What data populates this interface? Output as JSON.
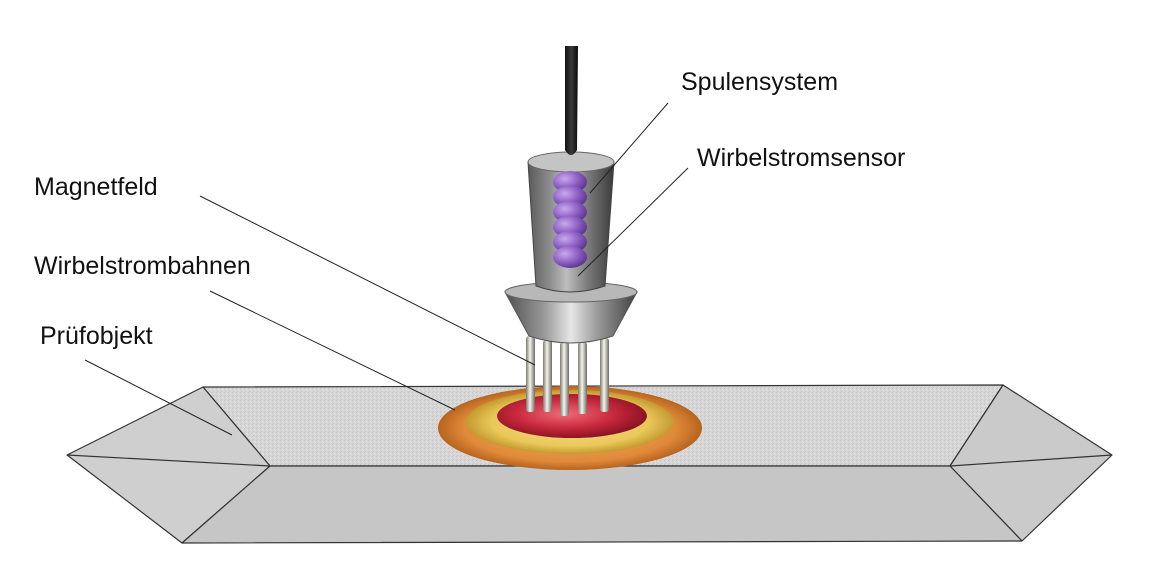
{
  "labels": {
    "spulensystem": "Spulensystem",
    "wirbelstromsensor": "Wirbelstromsensor",
    "magnetfeld": "Magnetfeld",
    "wirbelstrombahnen": "Wirbelstrombahnen",
    "pruefobjekt": "Prüfobjekt"
  },
  "colors": {
    "test_object_face": "#d3d3d3",
    "test_object_edge": "#333333",
    "sensor_body": "#8a8a8a",
    "coil": "#8a5cc0",
    "eddy_outer": "#e08a3a",
    "eddy_middle": "#eac85a",
    "eddy_inner": "#c8283c",
    "leader_line": "#222222"
  }
}
